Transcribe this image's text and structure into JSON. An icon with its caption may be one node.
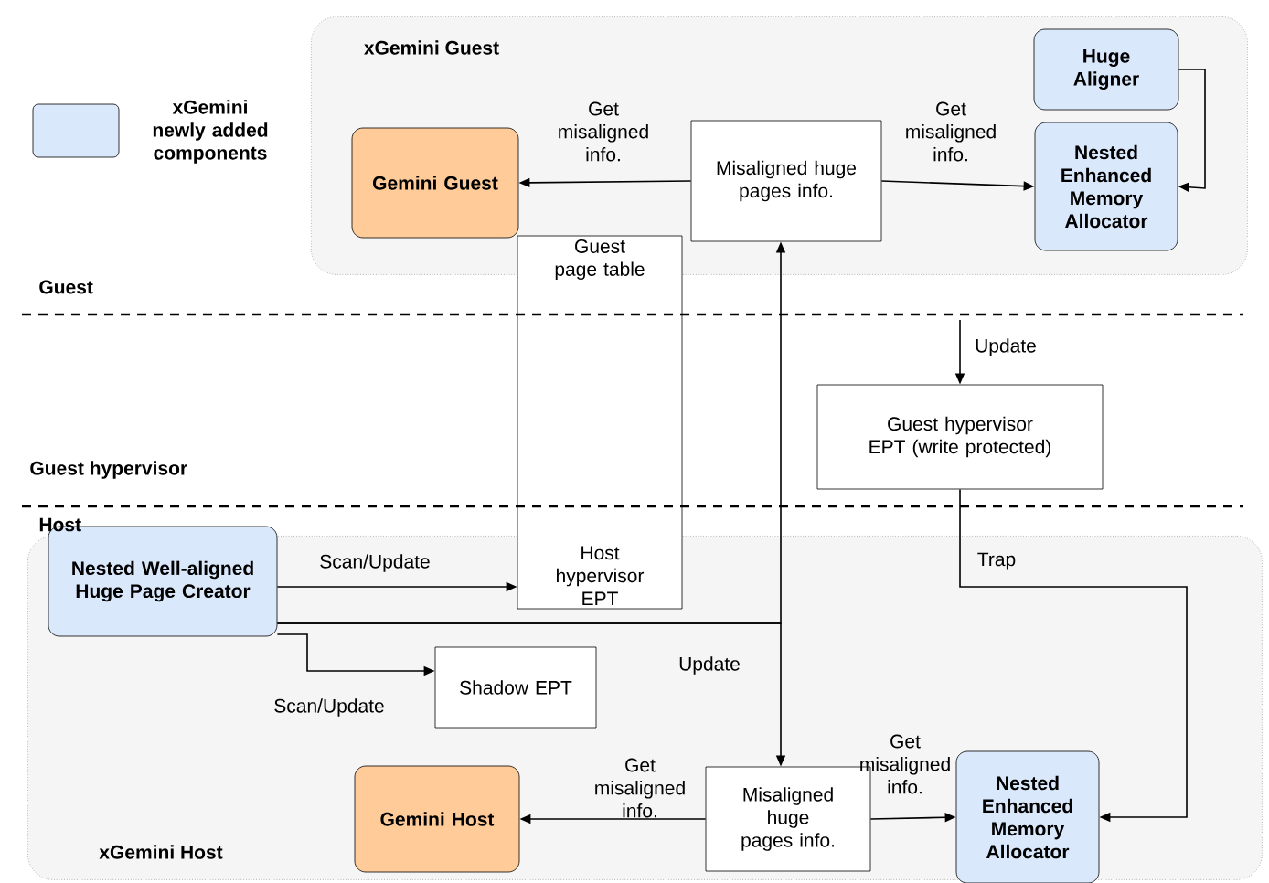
{
  "diagram": {
    "nodes": [
      {
        "text": [
          "xGemini Guest"
        ]
      },
      {
        "text": [
          "Huge Aligner"
        ],
        "in": 0
      },
      {
        "text": [
          "Gemini Guest"
        ],
        "in": 0
      },
      {
        "text": [
          "Misaligned huge pages info."
        ],
        "in": 0
      },
      {
        "text": [
          "Nested Enhanced Memory Allocator"
        ],
        "in": 0
      },
      {
        "text": [
          "Guest page table",
          "Host hypervisor EPT"
        ]
      },
      {
        "text": [
          "Guest hypervisor EPT (write protected)"
        ]
      },
      {
        "text": [
          "xGemini Host"
        ]
      },
      {
        "text": [
          "Nested Well-aligned Huge Page Creator"
        ],
        "in": 7
      },
      {
        "text": [
          "Shadow EPT"
        ],
        "in": 7
      },
      {
        "text": [
          "Gemini Host"
        ],
        "in": 7
      },
      {
        "text": [
          "Misaligned huge pages info."
        ],
        "in": 7
      },
      {
        "text": [
          "Nested Enhanced Memory Allocator"
        ],
        "in": 7
      }
    ],
    "edges": [
      {
        "from": 3,
        "to": 2,
        "arrow": "to",
        "label": "Get misaligned info."
      },
      {
        "from": 3,
        "to": 4,
        "arrow": "to",
        "label": "Get misaligned info."
      },
      {
        "from": 1,
        "to": 4,
        "arrow": "to"
      },
      {
        "from": null,
        "to": 6,
        "arrow": "to",
        "label": "Update"
      },
      {
        "from": 6,
        "to": 12,
        "arrow": "to",
        "label": "Trap"
      },
      {
        "from": 8,
        "to": 5,
        "arrow": "to",
        "label": "Scan/Update"
      },
      {
        "from": 8,
        "to": 9,
        "arrow": "to",
        "label": "Scan/Update"
      },
      {
        "from": 8,
        "to": 3,
        "arrow": "to"
      },
      {
        "from": 8,
        "to": 11,
        "arrow": "to",
        "label": "Update"
      },
      {
        "from": 11,
        "to": 10,
        "arrow": "to",
        "label": "Get misaligned info."
      },
      {
        "from": 11,
        "to": 12,
        "arrow": "to",
        "label": "Get misaligned info."
      }
    ],
    "labels": [
      "Guest",
      "Guest hypervisor",
      "Host"
    ],
    "legend": [
      {
        "text": "xGemini newly added components",
        "color": "#dae8fc"
      }
    ]
  }
}
